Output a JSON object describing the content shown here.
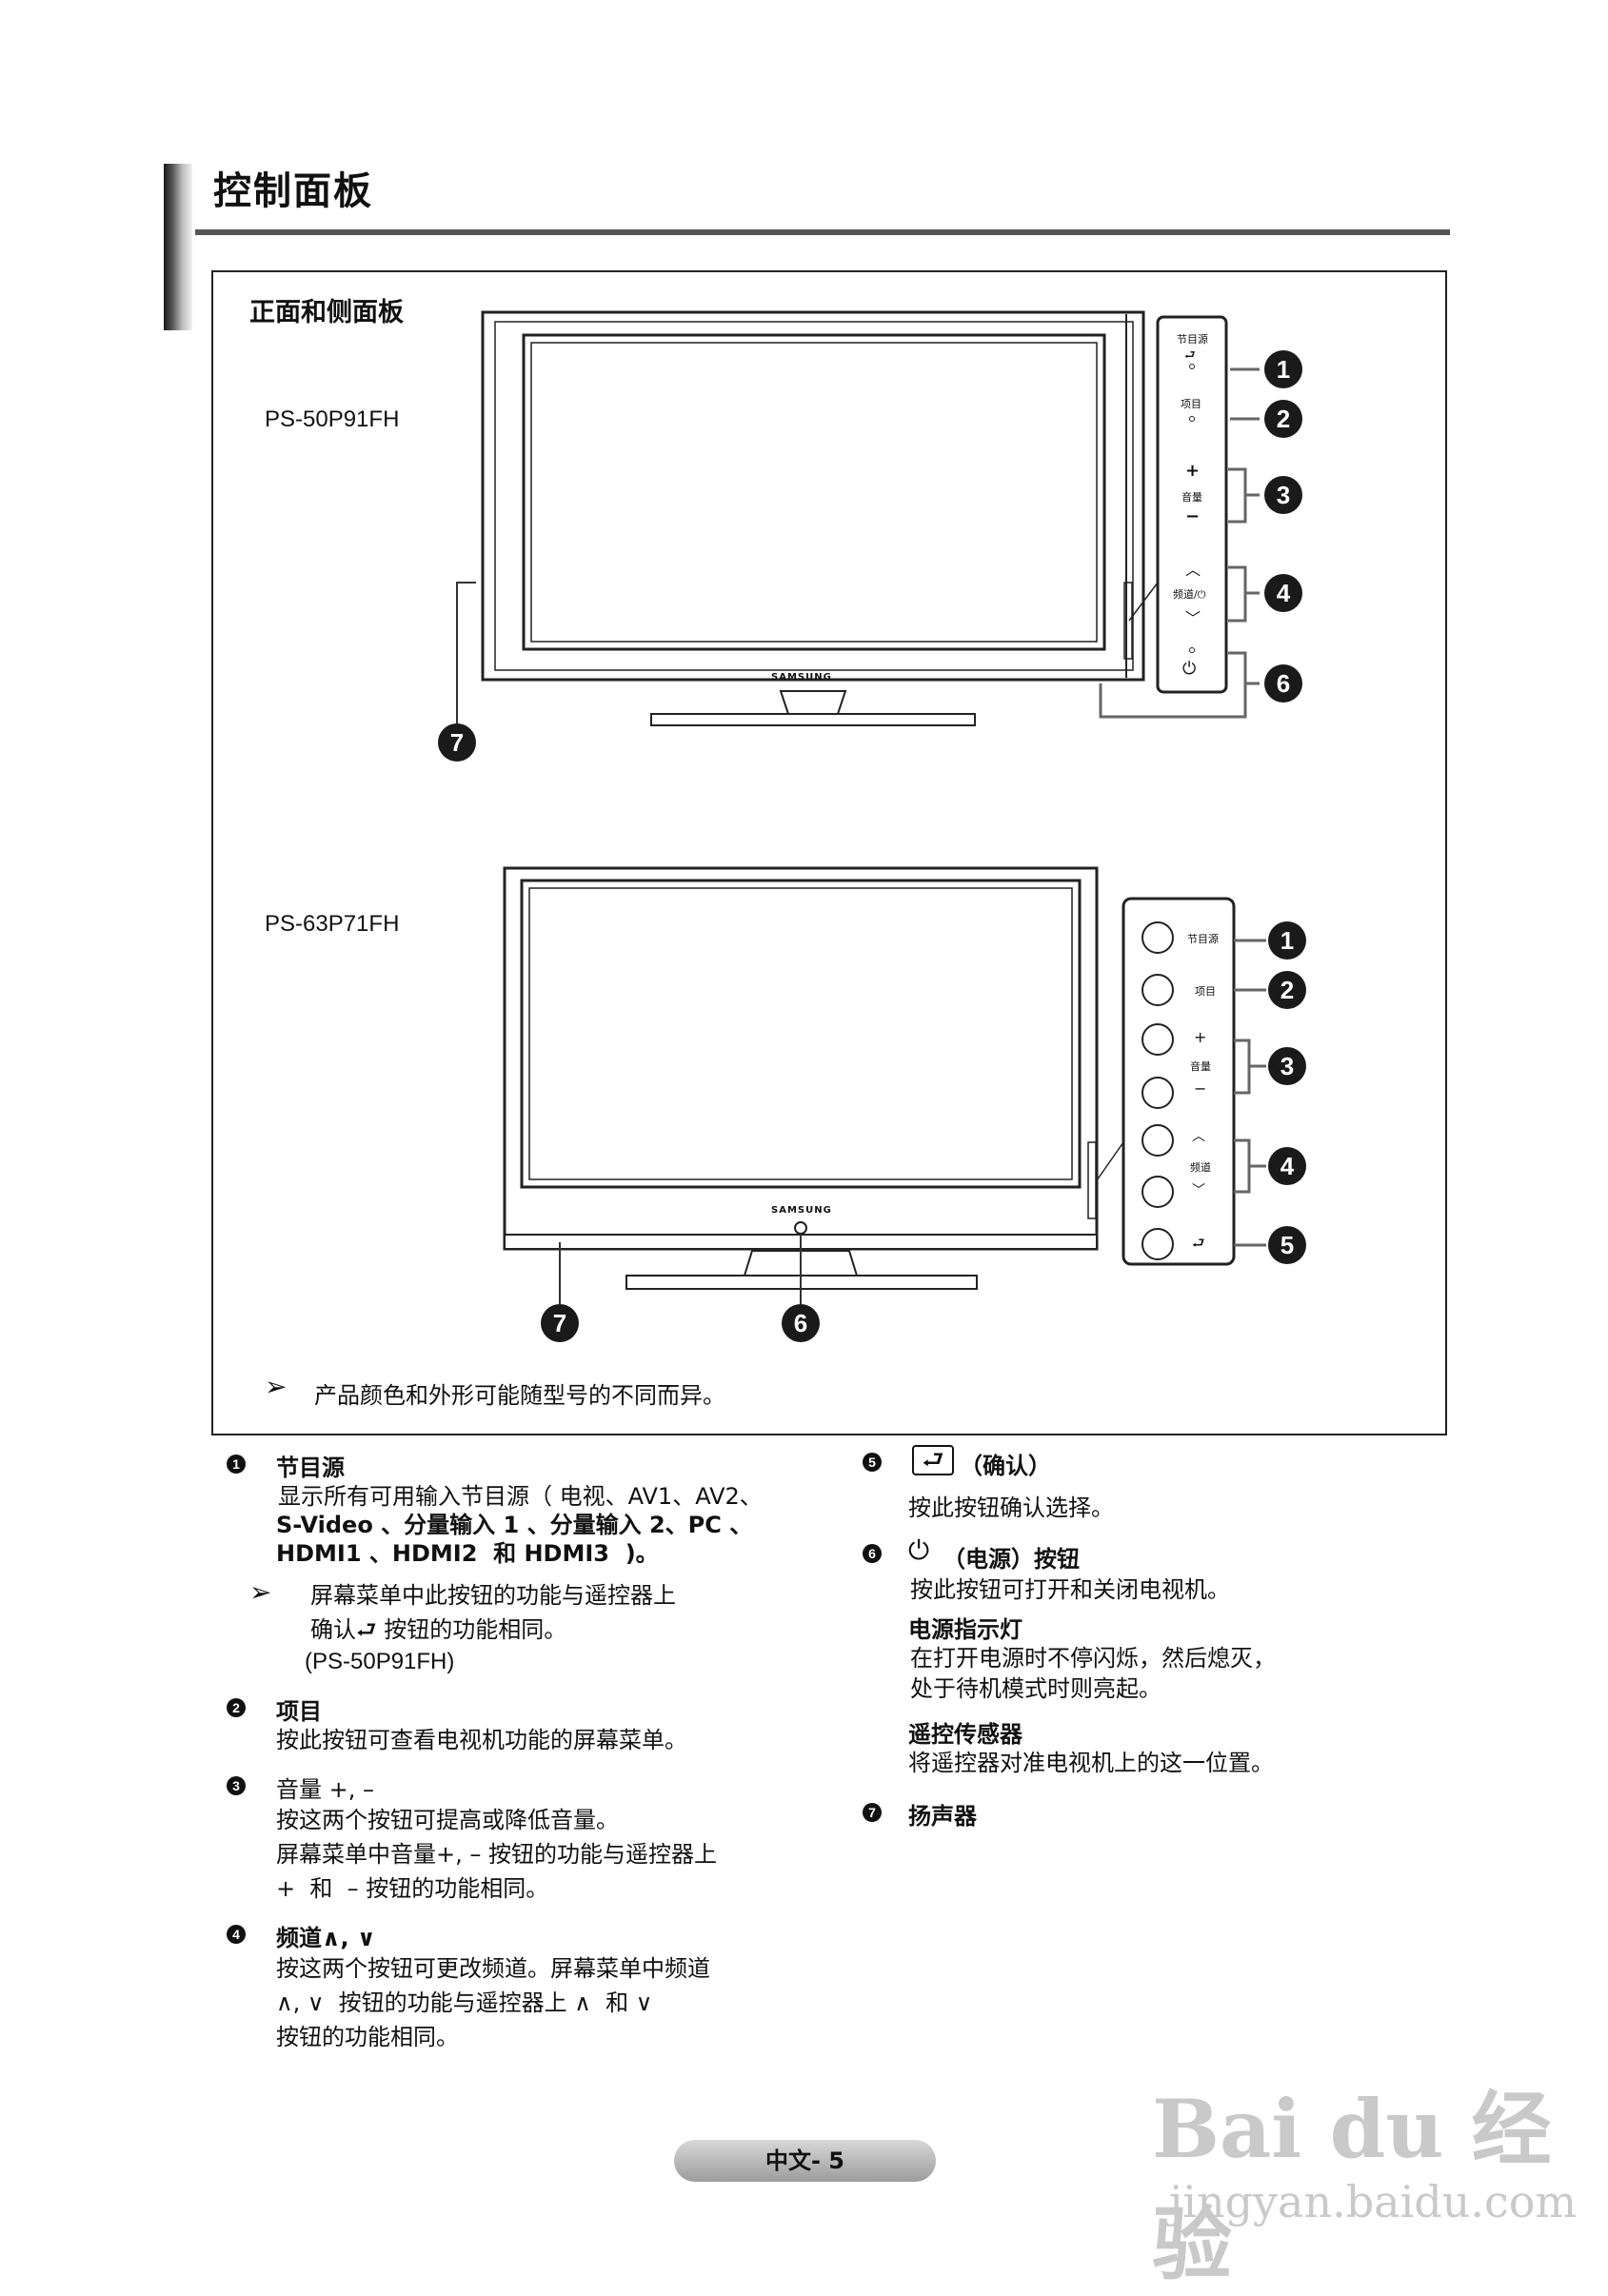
{
  "header": {
    "title": "控制面板"
  },
  "figure": {
    "panel_title": "正面和侧面板",
    "model_1": "PS-50P91FH",
    "model_2": "PS-63P71FH",
    "brand": "SAMSUNG",
    "tv1_buttons": {
      "source": "节目源",
      "menu": "项目",
      "volume": "音量",
      "channel": "频道/⏻",
      "plus": "+",
      "minus": "−"
    },
    "tv2_buttons": {
      "source": "节目源",
      "menu": "项目",
      "volume": "音量",
      "channel": "频道",
      "plus": "+",
      "minus": "−"
    },
    "callouts_1": [
      "1",
      "2",
      "3",
      "4",
      "6",
      "7"
    ],
    "callouts_2": [
      "1",
      "2",
      "3",
      "4",
      "5",
      "7",
      "6"
    ],
    "note": "产品颜色和外形可能随型号的不同而异。"
  },
  "items": {
    "i1": {
      "num": "1",
      "title": "节目源",
      "lines": [
        "显示所有可用输入节目源（ 电视、AV1、AV2、",
        "S-Video 、分量输入 1 、分量输入 2、PC 、",
        "HDMI1 、HDMI2  和 HDMI3  )。"
      ],
      "note_lines": [
        "屏幕菜单中此按钮的功能与遥控器上",
        "确认⮐ 按钮的功能相同。",
        "(PS-50P91FH)"
      ]
    },
    "i2": {
      "num": "2",
      "title": "项目",
      "lines": [
        "按此按钮可查看电视机功能的屏幕菜单。"
      ]
    },
    "i3": {
      "num": "3",
      "title": "音量 +, –",
      "lines": [
        "按这两个按钮可提高或降低音量。",
        "屏幕菜单中音量+, – 按钮的功能与遥控器上",
        "+  和  – 按钮的功能相同。"
      ]
    },
    "i4": {
      "num": "4",
      "title": "频道∧, ∨",
      "lines": [
        "按这两个按钮可更改频道。屏幕菜单中频道",
        "∧, ∨  按钮的功能与遥控器上 ∧  和 ∨",
        "按钮的功能相同。"
      ]
    },
    "i5": {
      "num": "5",
      "title": "（确认）",
      "lines": [
        "按此按钮确认选择。"
      ]
    },
    "i6": {
      "num": "6",
      "title": "（电源）按钮",
      "lines": [
        "按此按钮可打开和关闭电视机。"
      ],
      "sub1": "电源指示灯",
      "sub1_lines": [
        "在打开电源时不停闪烁，然后熄灭，",
        "处于待机模式时则亮起。"
      ],
      "sub2": "遥控传感器",
      "sub2_lines": [
        "将遥控器对准电视机上的这一位置。"
      ]
    },
    "i7": {
      "num": "7",
      "title": "扬声器"
    }
  },
  "footer": {
    "page": "中文- 5"
  },
  "watermark": {
    "logo": "Bai du 经验",
    "url": "jingyan.baidu.com"
  }
}
